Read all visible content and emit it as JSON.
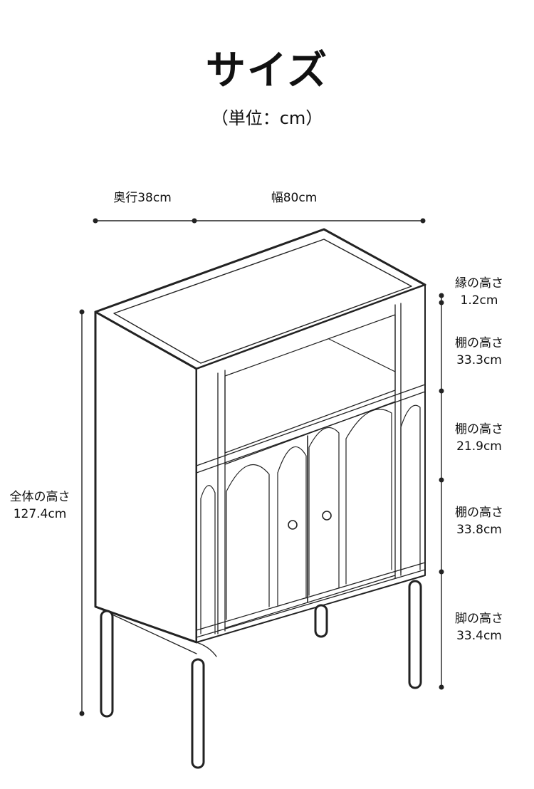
{
  "title": "サイズ",
  "subtitle": "（単位：cm）",
  "dimensions": {
    "depth": "奥行38cm",
    "width": "幅80cm",
    "overall_label": "全体の高さ",
    "overall_value": "127.4cm",
    "rim_label": "縁の高さ",
    "rim_value": "1.2cm",
    "shelf1_label": "棚の高さ",
    "shelf1_value": "33.3cm",
    "shelf2_label": "棚の高さ",
    "shelf2_value": "21.9cm",
    "shelf3_label": "棚の高さ",
    "shelf3_value": "33.8cm",
    "leg_label": "脚の高さ",
    "leg_value": "33.4cm"
  }
}
